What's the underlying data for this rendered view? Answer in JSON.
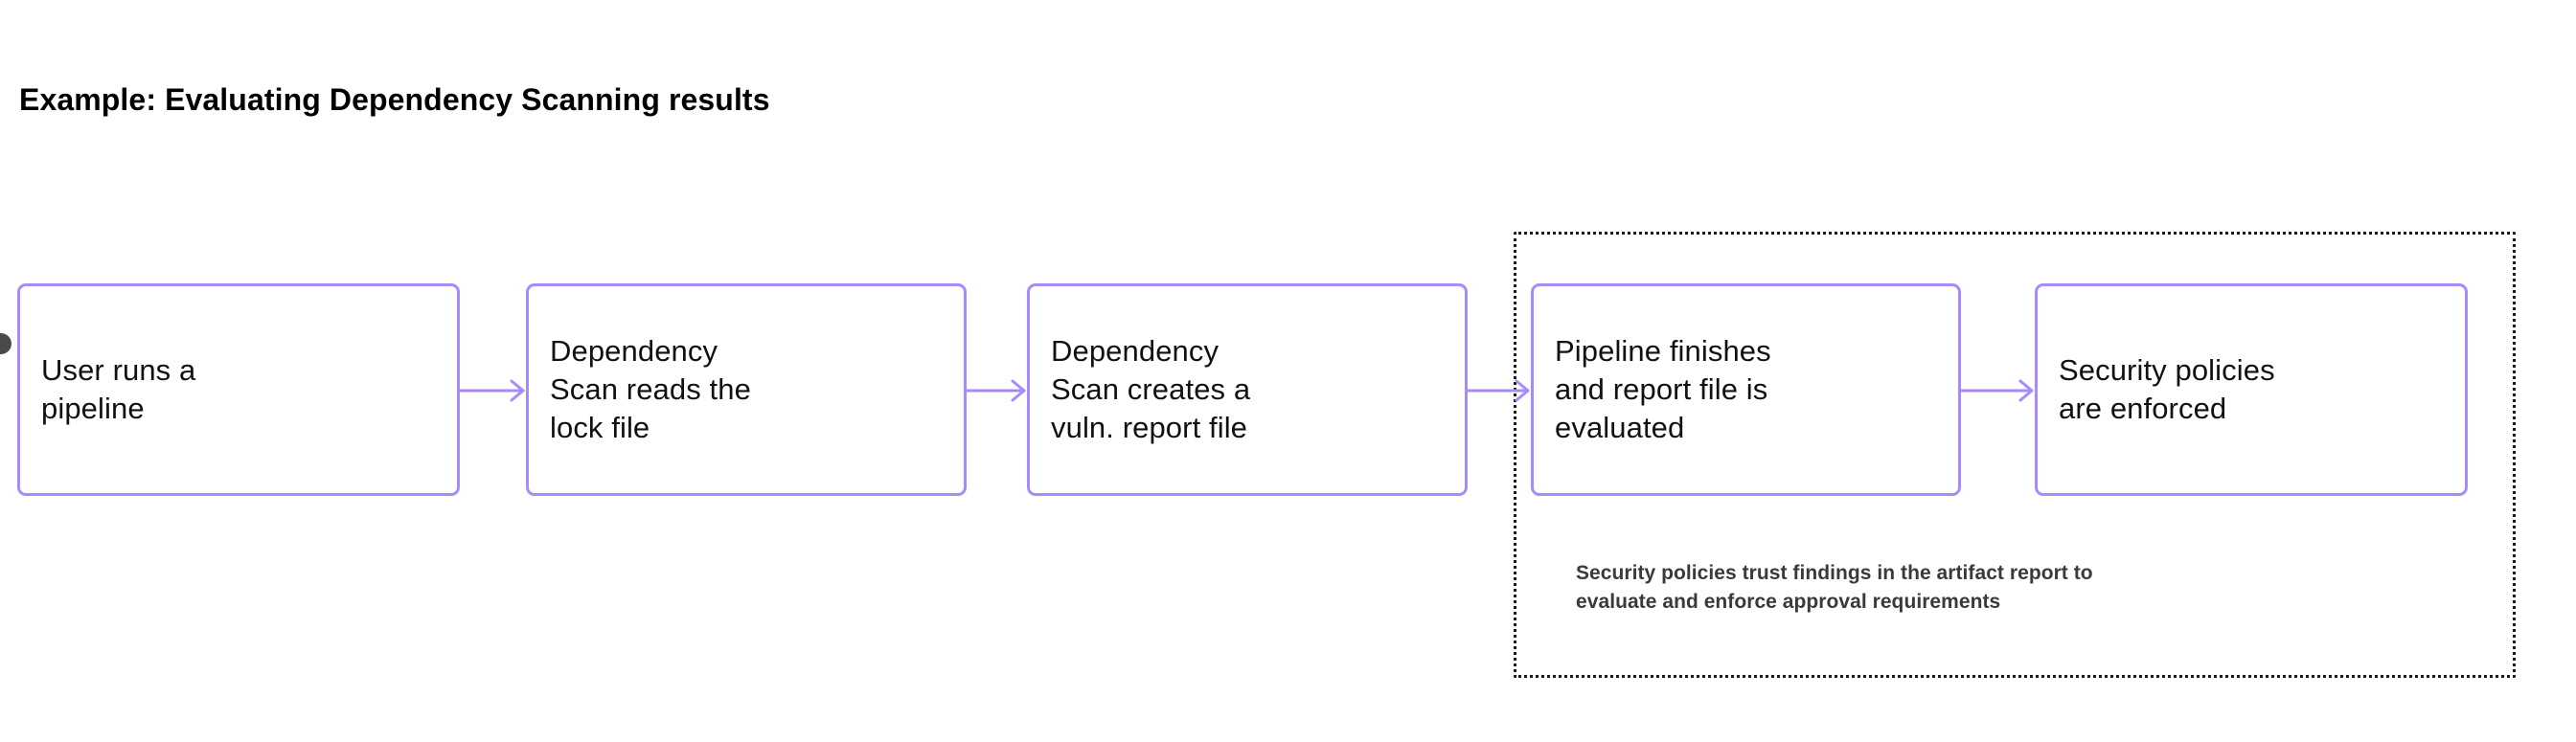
{
  "title": "Example: Evaluating Dependency Scanning results",
  "colors": {
    "box_border": "#a78bfa",
    "arrow": "#a78bfa",
    "group_border": "#1a1a1a",
    "title_text": "#000000",
    "box_text": "#111111",
    "caption_text": "#3a3a3a",
    "background": "#ffffff",
    "start_marker": "#4a4a4a"
  },
  "flow": {
    "nodes": [
      {
        "id": "user-runs-pipeline",
        "label": "User runs a\npipeline"
      },
      {
        "id": "scan-reads-lockfile",
        "label": "Dependency\nScan reads the\nlock file"
      },
      {
        "id": "scan-creates-report",
        "label": "Dependency\nScan creates a\nvuln. report file"
      },
      {
        "id": "pipeline-evaluated",
        "label": "Pipeline finishes\nand report file is\nevaluated"
      },
      {
        "id": "policies-enforced",
        "label": "Security policies\nare enforced"
      }
    ],
    "connectors": [
      {
        "from": "user-runs-pipeline",
        "to": "scan-reads-lockfile",
        "label": ""
      },
      {
        "from": "scan-reads-lockfile",
        "to": "scan-creates-report",
        "label": ""
      },
      {
        "from": "scan-creates-report",
        "to": "pipeline-evaluated",
        "label": ""
      },
      {
        "from": "pipeline-evaluated",
        "to": "policies-enforced",
        "label": ""
      }
    ]
  },
  "group": {
    "caption": "Security policies trust findings in the artifact report to\nevaluate and enforce approval requirements",
    "members": [
      "pipeline-evaluated",
      "policies-enforced"
    ]
  }
}
